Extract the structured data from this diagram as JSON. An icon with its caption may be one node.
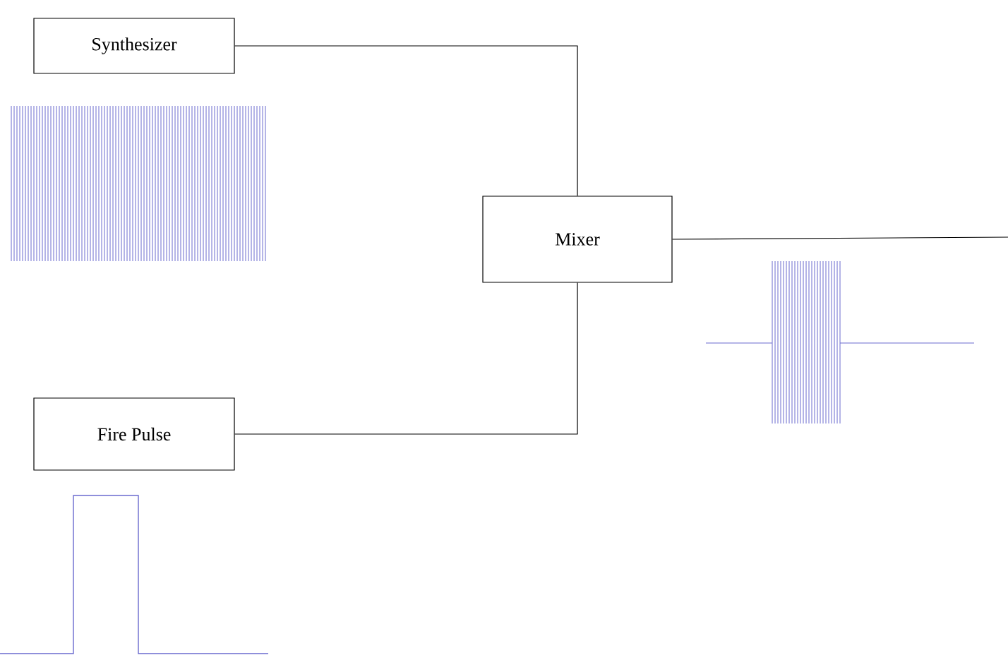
{
  "diagram": {
    "nodes": [
      {
        "text": [
          "Synthesizer"
        ]
      },
      {
        "text": [
          "Mixer"
        ]
      },
      {
        "text": [
          "Fire Pulse"
        ]
      }
    ],
    "edges": [
      {
        "from": 0,
        "to": 1,
        "arrow": "none"
      },
      {
        "from": 2,
        "to": 1,
        "arrow": "none"
      },
      {
        "from": 1,
        "to": null,
        "arrow": "none"
      }
    ]
  }
}
